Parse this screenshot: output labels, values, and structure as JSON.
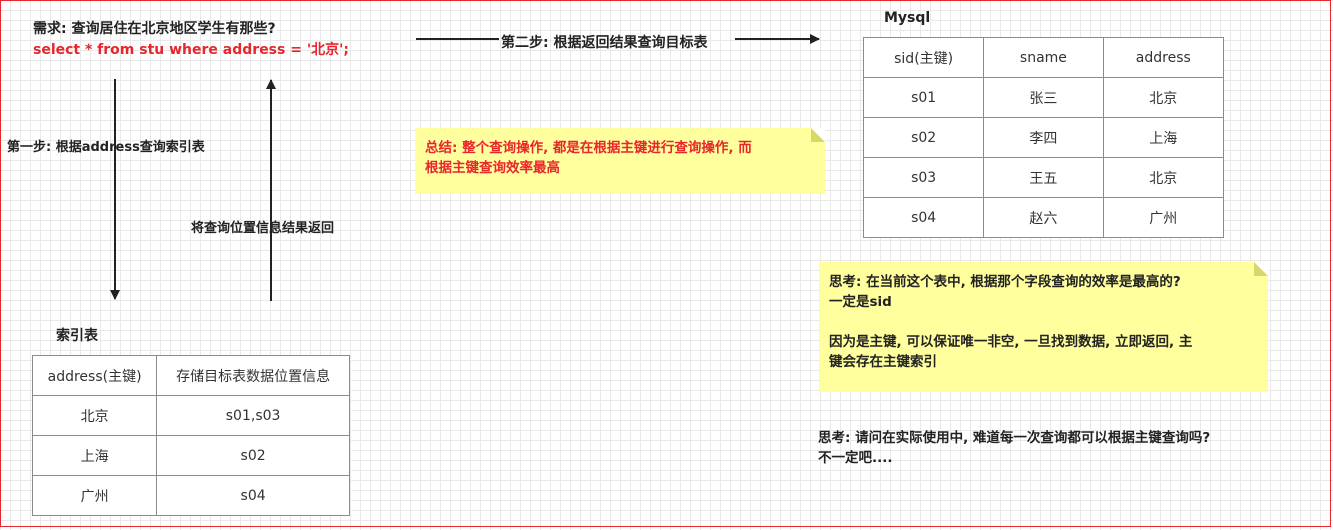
{
  "requirement": {
    "line1": "需求: 查询居住在北京地区学生有那些?",
    "sql": "select * from stu where address = '北京';"
  },
  "steps": {
    "step1": "第一步: 根据address查询索引表",
    "return_label": "将查询位置信息结果返回",
    "step2": "第二步: 根据返回结果查询目标表"
  },
  "mysql_table": {
    "title": "Mysql",
    "headers": [
      "sid(主键)",
      "sname",
      "address"
    ],
    "rows": [
      [
        "s01",
        "张三",
        "北京"
      ],
      [
        "s02",
        "李四",
        "上海"
      ],
      [
        "s03",
        "王五",
        "北京"
      ],
      [
        "s04",
        "赵六",
        "广州"
      ]
    ]
  },
  "index_table": {
    "title": "索引表",
    "headers": [
      "address(主键)",
      "存储目标表数据位置信息"
    ],
    "rows": [
      [
        "北京",
        "s01,s03"
      ],
      [
        "上海",
        "s02"
      ],
      [
        "广州",
        "s04"
      ]
    ]
  },
  "summary_note": {
    "line1": "总结: 整个查询操作, 都是在根据主键进行查询操作, 而",
    "line2": "根据主键查询效率最高"
  },
  "think_note": {
    "line1": "思考: 在当前这个表中, 根据那个字段查询的效率是最高的?",
    "line2": "一定是sid",
    "line3": "因为是主键, 可以保证唯一非空, 一旦找到数据, 立即返回, 主",
    "line4": "键会存在主键索引"
  },
  "think_text": {
    "line1": "思考: 请问在实际使用中, 难道每一次查询都可以根据主键查询吗?",
    "line2": "不一定吧...."
  },
  "colors": {
    "accent_red": "#e8262b",
    "note_yellow": "#ffff9e",
    "text_dark": "#222222"
  }
}
